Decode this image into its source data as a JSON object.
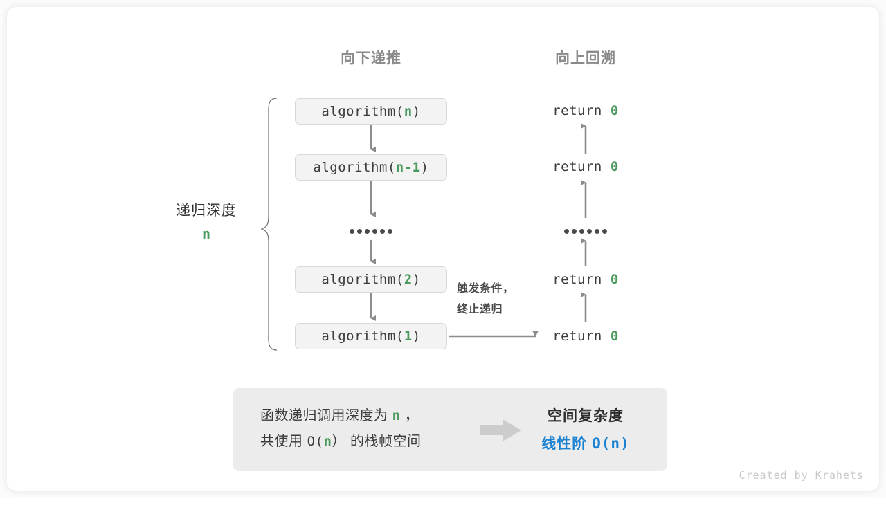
{
  "figure": {
    "background_color": "#fbfbfb",
    "card_color": "#ffffff",
    "accent_green": "#4a9a5e",
    "accent_blue": "#1a82d2",
    "arrow_gray": "#8c8c8c",
    "box_fill": "#f3f3f3",
    "box_border": "#d8d8d8",
    "summary_fill": "#ececec"
  },
  "headers": {
    "descent": "向下递推",
    "ascent": "向上回溯"
  },
  "depth": {
    "label": "递归深度",
    "value": "n"
  },
  "call_stack": [
    {
      "prefix": "algorithm(",
      "arg": "n",
      "suffix": ")"
    },
    {
      "prefix": "algorithm(",
      "arg": "n-1",
      "suffix": ")"
    },
    {
      "prefix": "algorithm(",
      "arg": "2",
      "suffix": ")"
    },
    {
      "prefix": "algorithm(",
      "arg": "1",
      "suffix": ")"
    }
  ],
  "ellipsis": "••••••",
  "returns": [
    {
      "text": "return ",
      "value": "0"
    },
    {
      "text": "return ",
      "value": "0"
    },
    {
      "text": "return ",
      "value": "0"
    },
    {
      "text": "return ",
      "value": "0"
    }
  ],
  "trigger_note": {
    "line1": "触发条件，",
    "line2": "终止递归"
  },
  "summary": {
    "left_line1_a": "函数递归调用深度为 ",
    "left_line1_n": "n",
    "left_line1_b": " ，",
    "left_line2_a": "共使用 ",
    "left_line2_o": "O(",
    "left_line2_n": "n",
    "left_line2_c": "）",
    "left_line2_b": " 的栈帧空间",
    "right_title": "空间复杂度",
    "right_order": "线性阶 ",
    "right_value": "O(n)"
  },
  "footer": "Created by Krahets"
}
